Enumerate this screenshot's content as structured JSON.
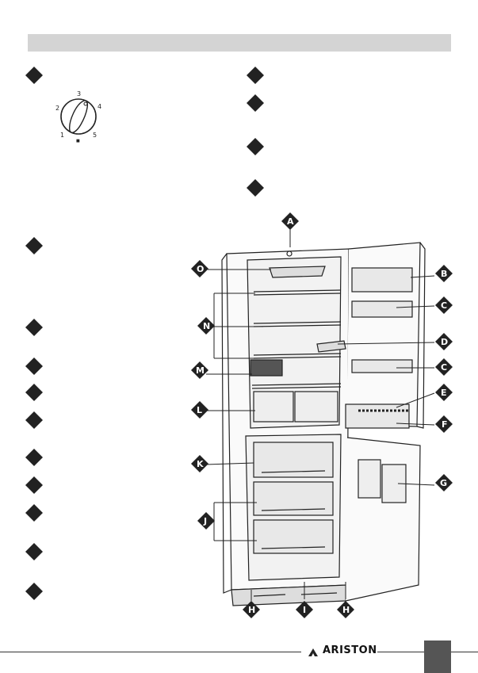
{
  "header": {
    "bar_color": "#d4d4d4"
  },
  "thermostat_dial": {
    "numbers": [
      "1",
      "2",
      "3",
      "4",
      "5"
    ],
    "center_mark": "■"
  },
  "fridge_labels": {
    "A": "A",
    "B": "B",
    "C1": "C",
    "C2": "C",
    "D": "D",
    "E": "E",
    "F": "F",
    "G": "G",
    "H1": "H",
    "H2": "H",
    "I": "I",
    "J": "J",
    "K": "K",
    "L": "L",
    "M": "M",
    "N": "N",
    "O": "O"
  },
  "footer": {
    "brand": "ARISTON"
  }
}
